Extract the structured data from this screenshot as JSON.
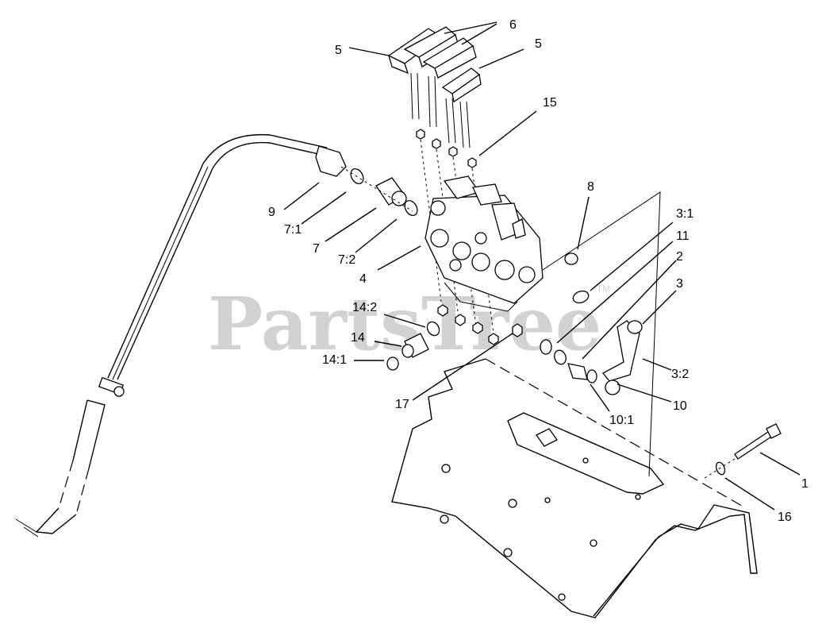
{
  "watermark": {
    "text": "PartsTree",
    "trademark": "TM"
  },
  "callouts": {
    "c6": "6",
    "c5a": "5",
    "c5b": "5",
    "c15": "15",
    "c9": "9",
    "c71": "7:1",
    "c7": "7",
    "c72": "7:2",
    "c4": "4",
    "c8": "8",
    "c31": "3:1",
    "c11": "11",
    "c2": "2",
    "c3": "3",
    "c142": "14:2",
    "c14": "14",
    "c141": "14:1",
    "c32": "3:2",
    "c10": "10",
    "c17": "17",
    "c101": "10:1",
    "c1": "1",
    "c16": "16"
  }
}
